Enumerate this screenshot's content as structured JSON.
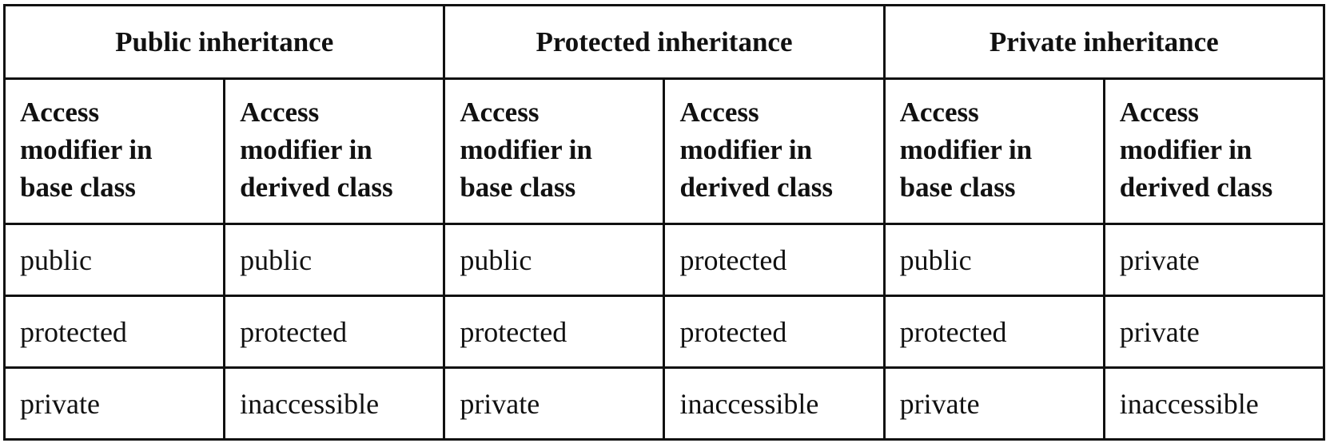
{
  "table": {
    "groups": [
      {
        "title": "Public inheritance",
        "sub_headers": [
          "Access modifier in base class",
          "Access modifier in derived class"
        ],
        "rows": [
          [
            "public",
            "public"
          ],
          [
            "protected",
            "protected"
          ],
          [
            "private",
            "inaccessible"
          ]
        ]
      },
      {
        "title": "Protected inheritance",
        "sub_headers": [
          "Access modifier in base class",
          "Access modifier in derived class"
        ],
        "rows": [
          [
            "public",
            "protected"
          ],
          [
            "protected",
            "protected"
          ],
          [
            "private",
            "inaccessible"
          ]
        ]
      },
      {
        "title": "Private inheritance",
        "sub_headers": [
          "Access modifier in base class",
          "Access modifier in derived class"
        ],
        "rows": [
          [
            "public",
            "private"
          ],
          [
            "protected",
            "private"
          ],
          [
            "private",
            "inaccessible"
          ]
        ]
      }
    ]
  }
}
